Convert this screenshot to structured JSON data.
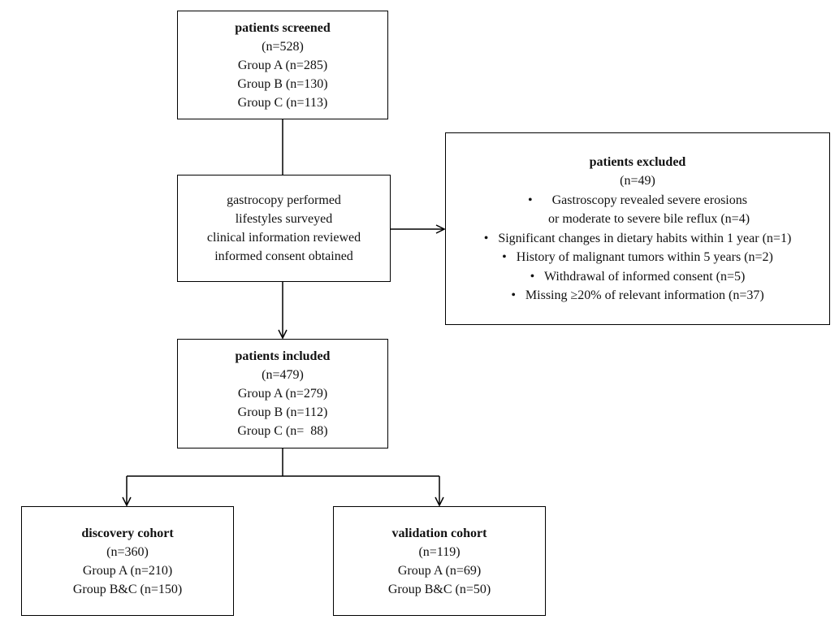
{
  "screened": {
    "title": "patients screened",
    "lines": [
      "(n=528)",
      "Group A (n=285)",
      "Group B (n=130)",
      "Group C (n=113)"
    ]
  },
  "procedures": {
    "lines": [
      "gastrocopy performed",
      "lifestyles surveyed",
      "clinical information reviewed",
      "informed consent obtained"
    ]
  },
  "excluded": {
    "title": "patients excluded",
    "count": "(n=49)",
    "items": [
      "•      Gastroscopy revealed severe erosions",
      "or moderate to severe bile reflux (n=4)",
      "•   Significant changes in dietary habits within 1 year (n=1)",
      "•   History of malignant tumors within 5 years (n=2)",
      "•   Withdrawal of informed consent (n=5)",
      "•   Missing ≥20% of relevant information (n=37)"
    ]
  },
  "included": {
    "title": "patients included",
    "lines": [
      "(n=479)",
      "Group A (n=279)",
      "Group B (n=112)",
      "Group C (n=  88)"
    ]
  },
  "discovery": {
    "title": "discovery cohort",
    "lines": [
      "(n=360)",
      "Group A (n=210)",
      "Group B&C (n=150)"
    ]
  },
  "validation": {
    "title": "validation cohort",
    "lines": [
      "(n=119)",
      "Group A (n=69)",
      "Group B&C (n=50)"
    ]
  }
}
